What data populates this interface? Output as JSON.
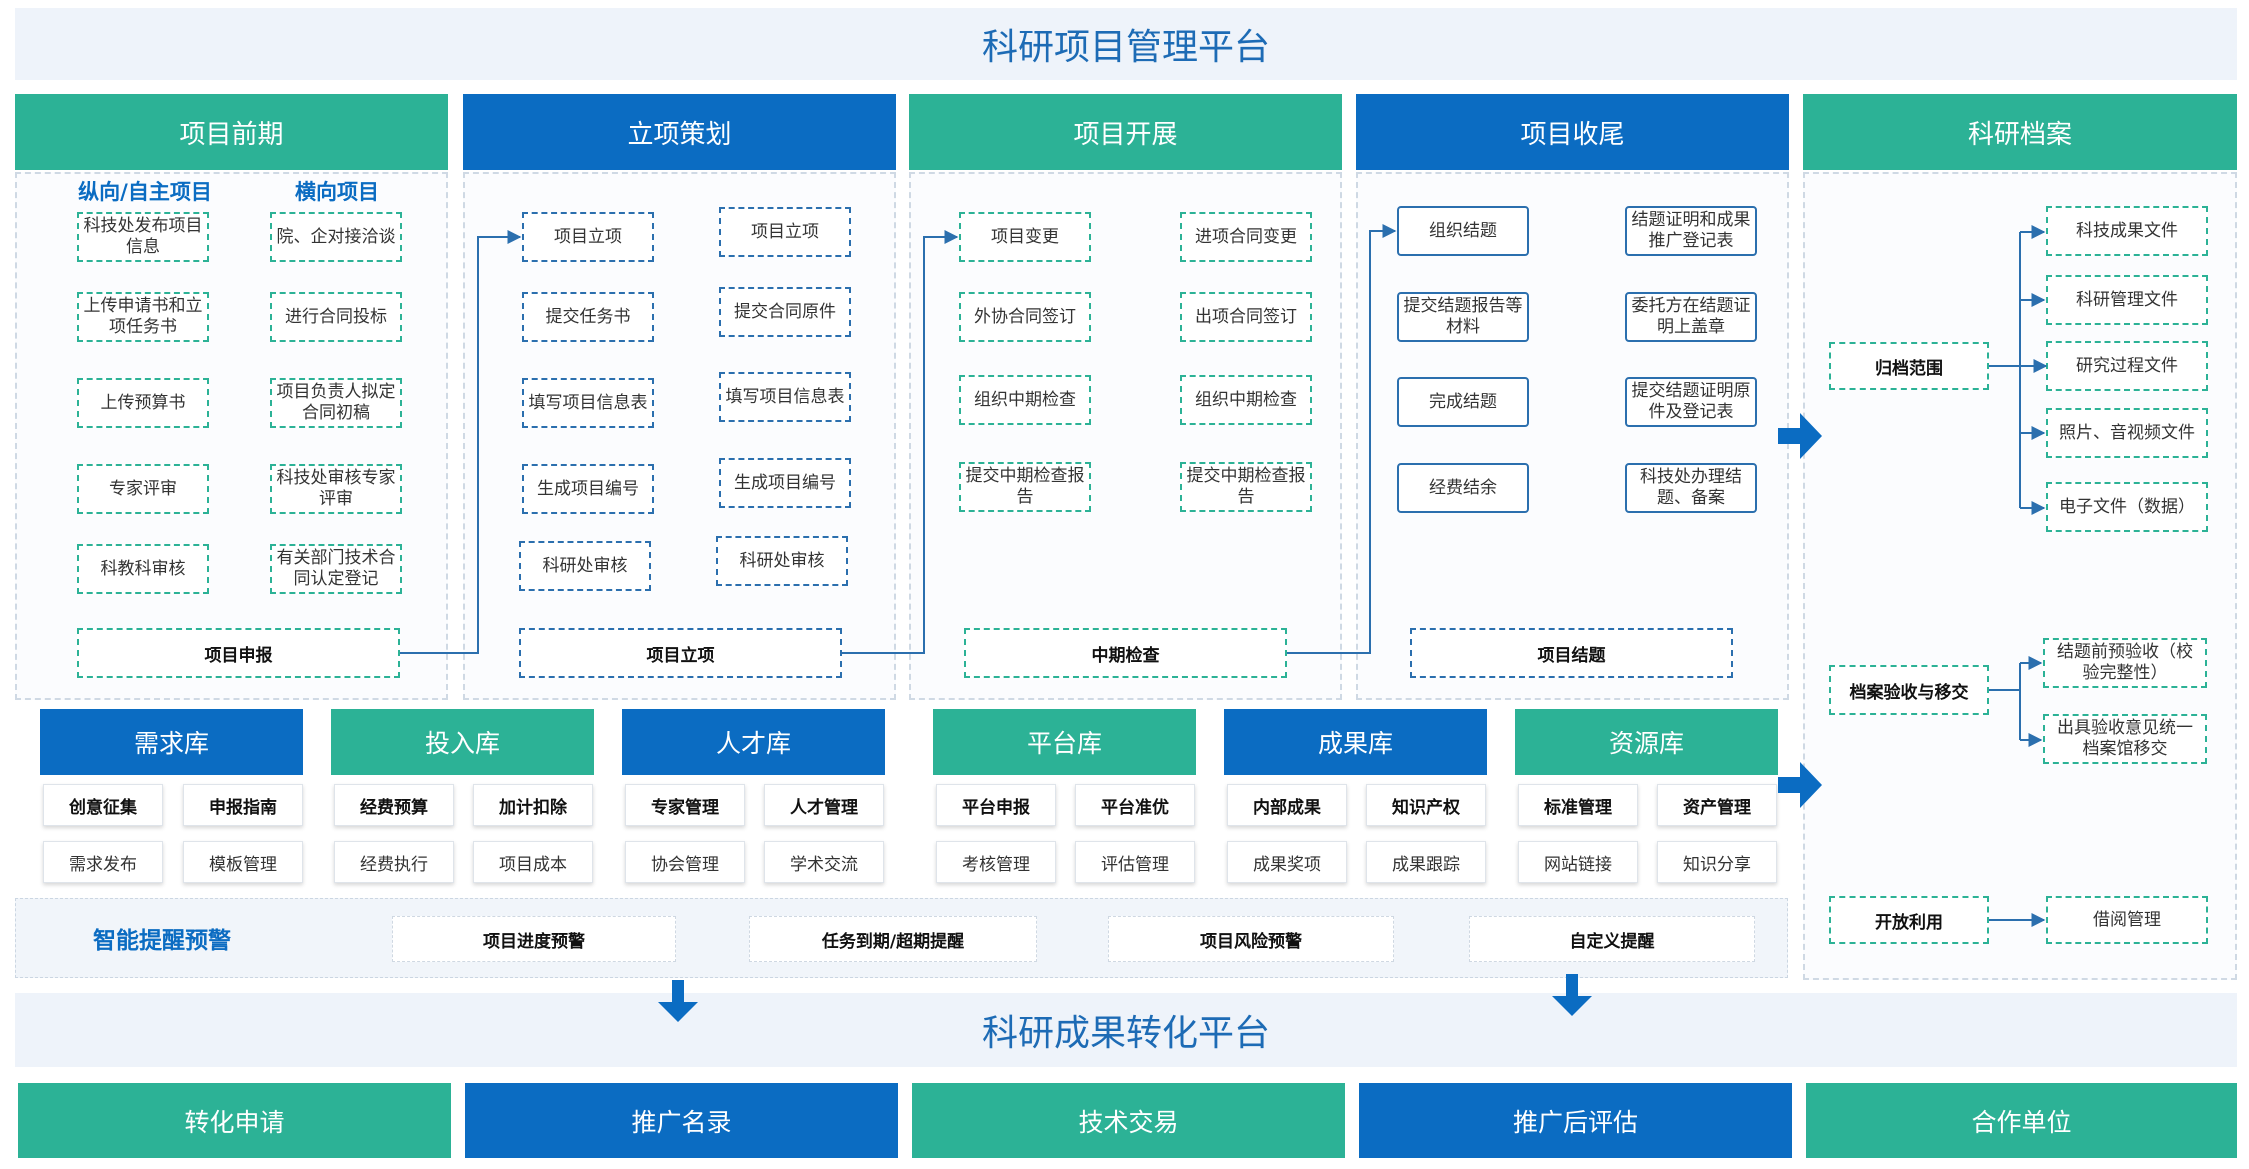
{
  "title": "科研项目管理平台",
  "sections": {
    "qianqi": {
      "header": "项目前期",
      "col1_title": "纵向/自主项目",
      "col2_title": "横向项目",
      "col1": [
        "科技处发布项目信息",
        "上传申请书和立项任务书",
        "上传预算书",
        "专家评审",
        "科教科审核"
      ],
      "col2": [
        "院、企对接洽谈",
        "进行合同投标",
        "项目负责人拟定合同初稿",
        "科技处审核专家评审",
        "有关部门技术合同认定登记"
      ],
      "summary": "项目申报"
    },
    "lixiang": {
      "header": "立项策划",
      "col1": [
        "项目立项",
        "提交任务书",
        "填写项目信息表",
        "生成项目编号",
        "科研处审核"
      ],
      "col2": [
        "项目立项",
        "提交合同原件",
        "填写项目信息表",
        "生成项目编号",
        "科研处审核"
      ],
      "summary": "项目立项"
    },
    "kaizhan": {
      "header": "项目开展",
      "col1": [
        "项目变更",
        "外协合同签订",
        "组织中期检查",
        "提交中期检查报告"
      ],
      "col2": [
        "进项合同变更",
        "出项合同签订",
        "组织中期检查",
        "提交中期检查报告"
      ],
      "summary": "中期检查"
    },
    "shouwei": {
      "header": "项目收尾",
      "col1": [
        "组织结题",
        "提交结题报告等材料",
        "完成结题",
        "经费结余"
      ],
      "col2": [
        "结题证明和成果推广登记表",
        "委托方在结题证明上盖章",
        "提交结题证明原件及登记表",
        "科技处办理结题、备案"
      ],
      "summary": "项目结题"
    },
    "dangan": {
      "header": "科研档案",
      "guidang": "归档范围",
      "guidang_items": [
        "科技成果文件",
        "科研管理文件",
        "研究过程文件",
        "照片、音视频文件",
        "电子文件（数据）"
      ],
      "yanshou": "档案验收与移交",
      "yanshou_items": [
        "结题前预验收（校验完整性）",
        "出具验收意见统一档案馆移交"
      ],
      "kaifang": "开放利用",
      "kaifang_items": [
        "借阅管理"
      ]
    }
  },
  "libraries": [
    {
      "name": "需求库",
      "color": "blue",
      "cells": [
        "创意征集",
        "申报指南",
        "需求发布",
        "模板管理"
      ]
    },
    {
      "name": "投入库",
      "color": "green",
      "cells": [
        "经费预算",
        "加计扣除",
        "经费执行",
        "项目成本"
      ]
    },
    {
      "name": "人才库",
      "color": "blue",
      "cells": [
        "专家管理",
        "人才管理",
        "协会管理",
        "学术交流"
      ]
    },
    {
      "name": "平台库",
      "color": "green",
      "cells": [
        "平台申报",
        "平台准优",
        "考核管理",
        "评估管理"
      ]
    },
    {
      "name": "成果库",
      "color": "blue",
      "cells": [
        "内部成果",
        "知识产权",
        "成果奖项",
        "成果跟踪"
      ]
    },
    {
      "name": "资源库",
      "color": "green",
      "cells": [
        "标准管理",
        "资产管理",
        "网站链接",
        "知识分享"
      ]
    }
  ],
  "warning": {
    "title": "智能提醒预警",
    "items": [
      "项目进度预警",
      "任务到期/超期提醒",
      "项目风险预警",
      "自定义提醒"
    ]
  },
  "platform2": "科研成果转化平台",
  "bottom": [
    "转化申请",
    "推广名录",
    "技术交易",
    "推广后评估",
    "合作单位"
  ],
  "colors": {
    "green": "#2cb296",
    "blue": "#0b6cc2",
    "banner": "#eef3fa",
    "line": "#2b6fae"
  }
}
